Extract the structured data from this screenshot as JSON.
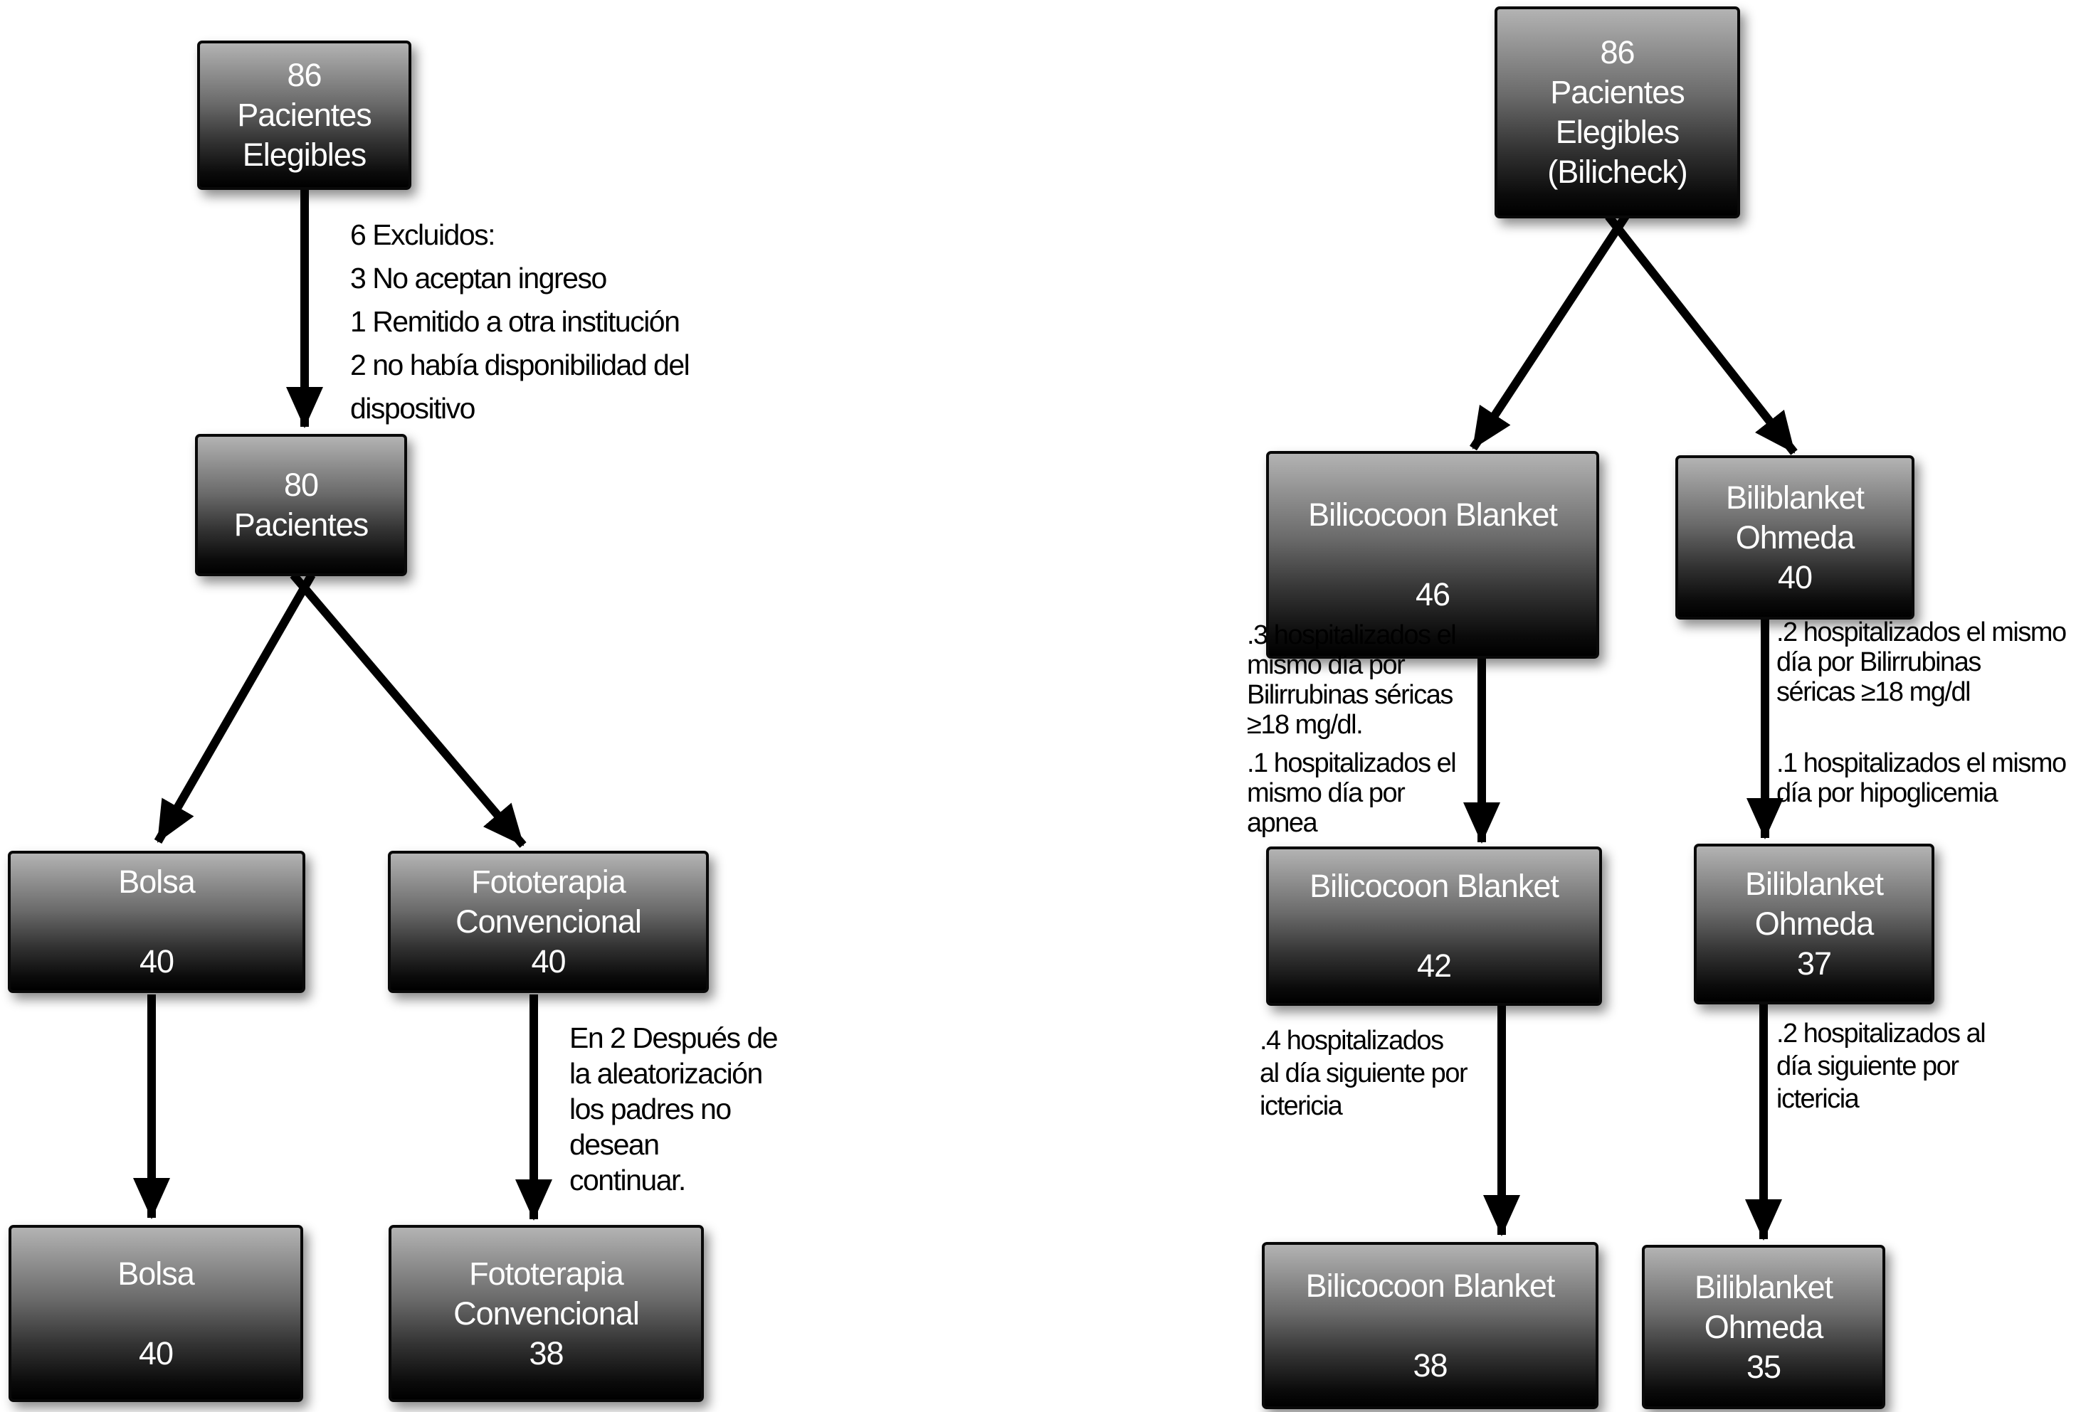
{
  "palette": {
    "background": "#ffffff",
    "box_gradient_top": "#b3b3b3",
    "box_gradient_bottom": "#000000",
    "box_border": "#090909",
    "box_text": "#ffffff",
    "annotation_text": "#000000",
    "arrow": "#000000"
  },
  "left_chart": {
    "box_eligible": {
      "lines": [
        "86",
        "Pacientes",
        "Elegibles"
      ]
    },
    "note_excluded": {
      "lines": [
        "6 Excluidos:",
        "3 No aceptan ingreso",
        "1 Remitido a otra institución",
        "2 no había disponibilidad del",
        "dispositivo"
      ]
    },
    "box_randomized": {
      "lines": [
        "80",
        "Pacientes"
      ]
    },
    "box_bolsa_assigned": {
      "lines": [
        "Bolsa",
        "",
        "40"
      ]
    },
    "box_fototerapia_assigned": {
      "lines": [
        "Fototerapia",
        "Convencional",
        "40"
      ]
    },
    "note_withdrawal": {
      "lines": [
        "En 2 Después de",
        "la aleatorización",
        "los padres no",
        "desean",
        "continuar."
      ]
    },
    "box_bolsa_final": {
      "lines": [
        "Bolsa",
        "",
        "40"
      ]
    },
    "box_fototerapia_final": {
      "lines": [
        "Fototerapia",
        "Convencional",
        "38"
      ]
    }
  },
  "right_chart": {
    "box_eligible": {
      "lines": [
        "86",
        "Pacientes",
        "Elegibles",
        "(Bilicheck)"
      ]
    },
    "box_bilicocoon_assigned": {
      "lines": [
        "Bilicocoon Blanket",
        "",
        "46"
      ]
    },
    "box_biliblanket_assigned": {
      "lines": [
        "Biliblanket",
        "Ohmeda",
        "40"
      ]
    },
    "note_bilicocoon_same_day": {
      "lines": [
        ".3 hospitalizados el",
        "mismo día por",
        "Bilirrubinas séricas",
        "≥18 mg/dl.",
        ".1 hospitalizados el",
        "mismo día por",
        "apnea"
      ]
    },
    "note_biliblanket_same_day": {
      "lines": [
        ".2 hospitalizados el mismo",
        "día por Bilirrubinas",
        "séricas ≥18 mg/dl",
        ".1 hospitalizados el mismo",
        "día por hipoglicemia"
      ]
    },
    "box_bilicocoon_mid": {
      "lines": [
        "Bilicocoon Blanket",
        "",
        "42"
      ]
    },
    "box_biliblanket_mid": {
      "lines": [
        "Biliblanket",
        "Ohmeda",
        "37"
      ]
    },
    "note_bilicocoon_next_day": {
      "lines": [
        ".4 hospitalizados",
        "al día siguiente por",
        "ictericia"
      ]
    },
    "note_biliblanket_next_day": {
      "lines": [
        ".2 hospitalizados al",
        "día siguiente por",
        "ictericia"
      ]
    },
    "box_bilicocoon_final": {
      "lines": [
        "Bilicocoon Blanket",
        "",
        "38"
      ]
    },
    "box_biliblanket_final": {
      "lines": [
        "Biliblanket",
        "Ohmeda",
        "35"
      ]
    }
  }
}
